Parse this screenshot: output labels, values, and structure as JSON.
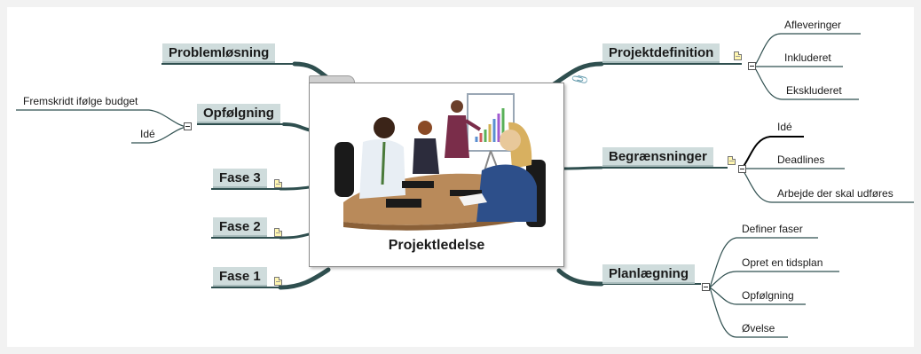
{
  "central": {
    "label": "Projektledelse",
    "image": "business-meeting-illustration"
  },
  "topics": {
    "problemlosning": {
      "label": "Problemløsning"
    },
    "opfolgning": {
      "label": "Opfølgning",
      "subtopics": [
        "Fremskridt ifølge budget",
        "Idé"
      ]
    },
    "fase3": {
      "label": "Fase 3"
    },
    "fase2": {
      "label": "Fase 2"
    },
    "fase1": {
      "label": "Fase 1"
    },
    "projektdefinition": {
      "label": "Projektdefinition",
      "subtopics": [
        "Afleveringer",
        "Inkluderet",
        "Ekskluderet"
      ]
    },
    "begraensninger": {
      "label": "Begrænsninger",
      "subtopics": [
        "Idé",
        "Deadlines",
        "Arbejde der skal udføres"
      ]
    },
    "planlaegning": {
      "label": "Planlægning",
      "subtopics": [
        "Definer faser",
        "Opret en tidsplan",
        "Opfølgning",
        "Øvelse"
      ]
    }
  },
  "icons": {
    "note": "note-icon",
    "collapse": "collapse-button",
    "attachment": "paperclip-icon"
  },
  "colors": {
    "topic_fill": "#cfdcdc",
    "branch": "#2f4f4f",
    "background": "#f2f2f2",
    "canvas": "#ffffff"
  }
}
